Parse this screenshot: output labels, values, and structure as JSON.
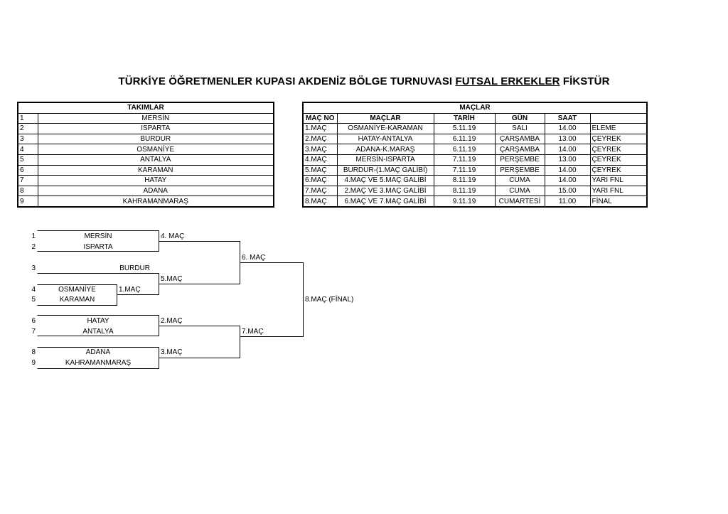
{
  "title": {
    "part1": "TÜRKİYE ÖĞRETMENLER KUPASI AKDENİZ BÖLGE TURNUVASI ",
    "part2": "FUTSAL ERKEKLER",
    "part3": " FİKSTÜR"
  },
  "teams_table": {
    "header": "TAKIMLAR",
    "rows": [
      {
        "no": "1",
        "name": "MERSİN"
      },
      {
        "no": "2",
        "name": "ISPARTA"
      },
      {
        "no": "3",
        "name": "BURDUR"
      },
      {
        "no": "4",
        "name": "OSMANİYE"
      },
      {
        "no": "5",
        "name": "ANTALYA"
      },
      {
        "no": "6",
        "name": "KARAMAN"
      },
      {
        "no": "7",
        "name": "HATAY"
      },
      {
        "no": "8",
        "name": "ADANA"
      },
      {
        "no": "9",
        "name": "KAHRAMANMARAŞ"
      }
    ]
  },
  "matches_table": {
    "header": "MAÇLAR",
    "columns": [
      "MAÇ NO",
      "MAÇLAR",
      "TARİH",
      "GÜN",
      "SAAT",
      ""
    ],
    "rows": [
      {
        "no": "1.MAÇ",
        "match": "OSMANİYE-KARAMAN",
        "date": "5.11.19",
        "day": "SALI",
        "time": "14.00",
        "stage": "ELEME"
      },
      {
        "no": "2.MAÇ",
        "match": "HATAY-ANTALYA",
        "date": "6.11.19",
        "day": "ÇARŞAMBA",
        "time": "13.00",
        "stage": "ÇEYREK"
      },
      {
        "no": "3.MAÇ",
        "match": "ADANA-K.MARAŞ",
        "date": "6.11.19",
        "day": "ÇARŞAMBA",
        "time": "14.00",
        "stage": "ÇEYREK"
      },
      {
        "no": "4.MAÇ",
        "match": "MERSİN-ISPARTA",
        "date": "7.11.19",
        "day": "PERŞEMBE",
        "time": "13.00",
        "stage": "ÇEYREK"
      },
      {
        "no": "5.MAÇ",
        "match": "BURDUR-(1.MAÇ GALİBİ)",
        "date": "7.11.19",
        "day": "PERŞEMBE",
        "time": "14.00",
        "stage": "ÇEYREK"
      },
      {
        "no": "6.MAÇ",
        "match": "4.MAÇ VE 5.MAÇ GALİBİ",
        "date": "8.11.19",
        "day": "CUMA",
        "time": "14.00",
        "stage": "YARI FNL"
      },
      {
        "no": "7.MAÇ",
        "match": "2.MAÇ VE 3.MAÇ GALİBİ",
        "date": "8.11.19",
        "day": "CUMA",
        "time": "15.00",
        "stage": "YARI FNL"
      },
      {
        "no": "8.MAÇ",
        "match": "6.MAÇ VE 7.MAÇ GALİBİ",
        "date": "9.11.19",
        "day": "CUMARTESİ",
        "time": "11.00",
        "stage": "FİNAL"
      }
    ]
  },
  "bracket": {
    "seeds": [
      "1",
      "2",
      "3",
      "4",
      "5",
      "6",
      "7",
      "8",
      "9"
    ],
    "teams": {
      "mersin": "MERSİN",
      "isparta": "ISPARTA",
      "burdur": "BURDUR",
      "osmaniye": "OSMANİYE",
      "karaman": "KARAMAN",
      "hatay": "HATAY",
      "antalya": "ANTALYA",
      "adana": "ADANA",
      "kahramanmaras": "KAHRAMANMARAŞ"
    },
    "labels": {
      "m1": "1.MAÇ",
      "m2": "2.MAÇ",
      "m3": "3.MAÇ",
      "m4": "4. MAÇ",
      "m5": "5.MAÇ",
      "m6": "6. MAÇ",
      "m7": "7.MAÇ",
      "m8": "8.MAÇ (FİNAL)"
    }
  }
}
